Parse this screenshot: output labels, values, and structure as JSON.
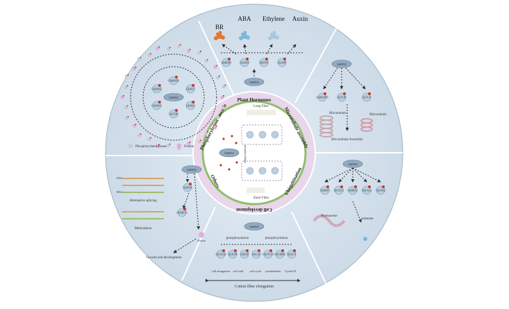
{
  "center": {
    "protein": "GhBIN2",
    "long_fiber": "Long Fiber",
    "short_fiber": "Short Fiber",
    "phosphorylation": "phosphorylation",
    "arc_labels": {
      "top": "Plant Hormones",
      "upper_right": "Microtubule assembly",
      "lower_right": "Ubiquitination",
      "bottom": "Cell development",
      "lower_left": "Others",
      "upper_left": "Phosphorylation cascade"
    }
  },
  "hormones": {
    "labels": [
      "BR",
      "ABA",
      "Ethylene",
      "Auxin"
    ],
    "protein": "GhBIN2",
    "targets": [
      "GhBZR1",
      "GhABI5",
      "GhEIN3",
      "GhARF"
    ],
    "colors": {
      "BR": "#e8742a",
      "ABA": "#7fb6d8",
      "Ethylene": "#a9c7de",
      "Auxin": "#cfe2ee"
    }
  },
  "phospho": {
    "protein": "GhBIN2",
    "kinases": [
      "GhMAPK",
      "GhSK1",
      "GhSK2",
      "GhCDK",
      "GhBSK1",
      "GhBSK2"
    ],
    "legend": [
      "Phosphorylated kinase",
      "Protein"
    ]
  },
  "microtubule": {
    "protein": "GhBIN2",
    "targets": [
      "GhMAP65",
      "GhTUB",
      "GhTUA"
    ],
    "labels": [
      "Microtubule",
      "Microtubule",
      "Microtubule Assembly"
    ]
  },
  "ubiquitination": {
    "protein": "GhBIN2",
    "targets": [
      "GhSKP1",
      "GhCUL1",
      "GhRBX1",
      "GhF-box",
      "GhUBQ"
    ],
    "labels": [
      "Proteasome",
      "substrate"
    ]
  },
  "others": {
    "protein": "GhBIN2",
    "targets": [
      "GhSR45",
      "GhMET1"
    ],
    "labels": [
      "Alternative splicing",
      "Methylation",
      "Growth and development"
    ],
    "protein_label": "Protein",
    "dna_label": "DNA",
    "rna_label": "RNA"
  },
  "cell_dev": {
    "protein": "GhBIN2",
    "phospho_labels": [
      "phosphorylation",
      "phosphorylation"
    ],
    "targets": [
      "GhCESA",
      "GhXTH",
      "GhEXP",
      "GhCAS",
      "GhCYCD",
      "GhCDKB",
      "GhACT"
    ],
    "processes": [
      "cell elongation",
      "cell wall",
      "cell cycle",
      "cytoskeleton",
      "Cyclin D"
    ],
    "axis_label": "Cotton fiber elongation"
  }
}
